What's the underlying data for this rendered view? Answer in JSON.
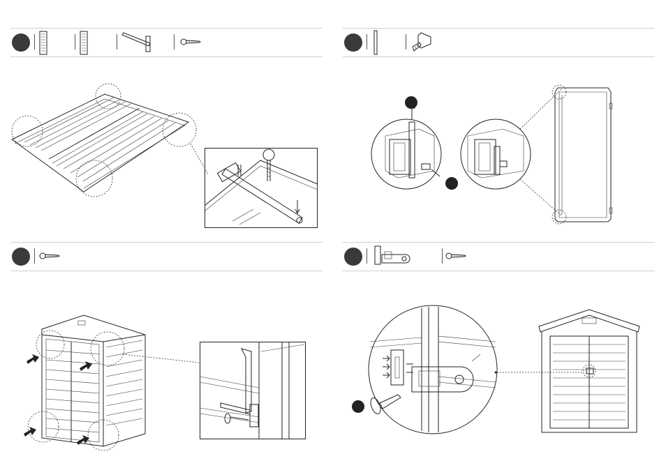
{
  "panels": [
    {
      "id": "top-left",
      "step_number": "",
      "parts": [
        {
          "icon": "panel-part-icon",
          "qty": ""
        },
        {
          "icon": "panel-part-icon",
          "qty": ""
        },
        {
          "icon": "hinge-bracket-icon",
          "qty": ""
        },
        {
          "icon": "screw-icon",
          "qty": ""
        }
      ]
    },
    {
      "id": "top-right",
      "step_number": "",
      "parts": [
        {
          "icon": "rod-pin-icon",
          "qty": ""
        },
        {
          "icon": "bolt-nut-icon",
          "qty": ""
        }
      ],
      "markers": [
        "",
        ""
      ]
    },
    {
      "id": "bottom-left",
      "step_number": "",
      "parts": [
        {
          "icon": "screw-icon",
          "qty": ""
        }
      ]
    },
    {
      "id": "bottom-right",
      "step_number": "",
      "parts": [
        {
          "icon": "door-latch-icon",
          "qty": ""
        },
        {
          "icon": "screw-icon",
          "qty": ""
        }
      ],
      "markers": [
        ""
      ]
    }
  ],
  "colors": {
    "line": "#222222",
    "band_border": "#cfcfcf",
    "step_badge": "#3a3a3a"
  }
}
